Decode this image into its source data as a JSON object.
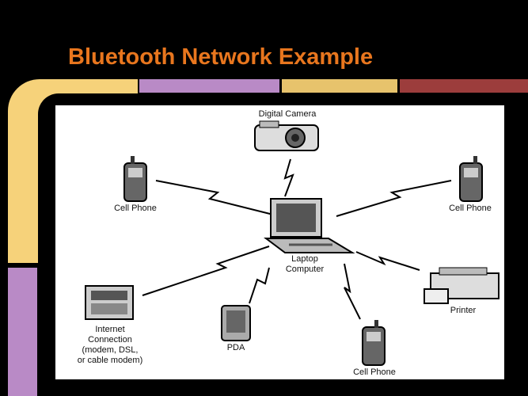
{
  "slide": {
    "title": "Bluetooth Network Example"
  },
  "diagram": {
    "hub": {
      "line1": "Laptop",
      "line2": "Computer"
    },
    "devices": {
      "camera": "Digital Camera",
      "cell_left": "Cell Phone",
      "cell_right": "Cell Phone",
      "cell_bottom": "Cell Phone",
      "printer": "Printer",
      "pda": "PDA",
      "internet": {
        "line1": "Internet",
        "line2": "Connection",
        "line3": "(modem, DSL,",
        "line4": "or cable modem)"
      }
    }
  },
  "colors": {
    "title": "#e8761e",
    "yellow": "#f6d27a",
    "purple": "#b98ac6",
    "red": "#9c3d3c",
    "background": "#000000"
  }
}
